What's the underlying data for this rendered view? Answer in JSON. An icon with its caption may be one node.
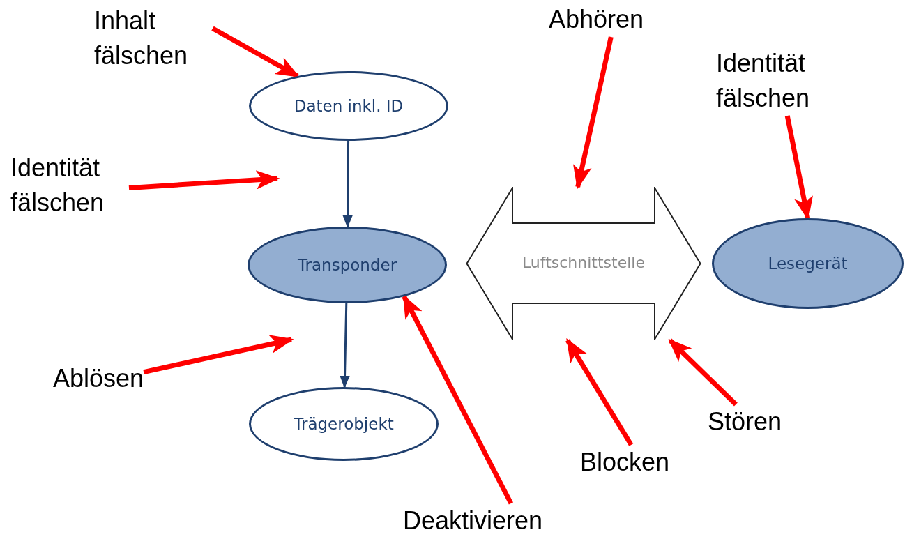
{
  "diagram": {
    "nodes": [
      {
        "text": [
          "Daten inkl. ID"
        ]
      },
      {
        "text": [
          "Transponder"
        ]
      },
      {
        "text": [
          "Trägerobjekt"
        ]
      },
      {
        "text": [
          "Luftschnittstelle"
        ]
      },
      {
        "text": [
          "Lesegerät"
        ]
      },
      {
        "text": [
          "Inhalt fälschen"
        ]
      },
      {
        "text": [
          "Identität fälschen"
        ]
      },
      {
        "text": [
          "Ablösen"
        ]
      },
      {
        "text": [
          "Deaktivieren"
        ]
      },
      {
        "text": [
          "Abhören"
        ]
      },
      {
        "text": [
          "Identität fälschen"
        ]
      },
      {
        "text": [
          "Blocken"
        ]
      },
      {
        "text": [
          "Stören"
        ]
      }
    ],
    "edges": [
      {
        "from": 0,
        "to": 1,
        "arrow": "to",
        "color": "#1f3f6e"
      },
      {
        "from": 1,
        "to": 2,
        "arrow": "to",
        "color": "#1f3f6e"
      },
      {
        "from": 5,
        "to": 0,
        "arrow": "to"
      },
      {
        "from": 6,
        "to": null,
        "arrow": "to"
      },
      {
        "from": 7,
        "to": null,
        "arrow": "to"
      },
      {
        "from": 8,
        "to": 1,
        "arrow": "to"
      },
      {
        "from": 9,
        "to": 3,
        "arrow": "to"
      },
      {
        "from": 10,
        "to": 4,
        "arrow": "to"
      },
      {
        "from": 11,
        "to": 3,
        "arrow": "to"
      },
      {
        "from": 12,
        "to": 3,
        "arrow": "to"
      }
    ]
  }
}
